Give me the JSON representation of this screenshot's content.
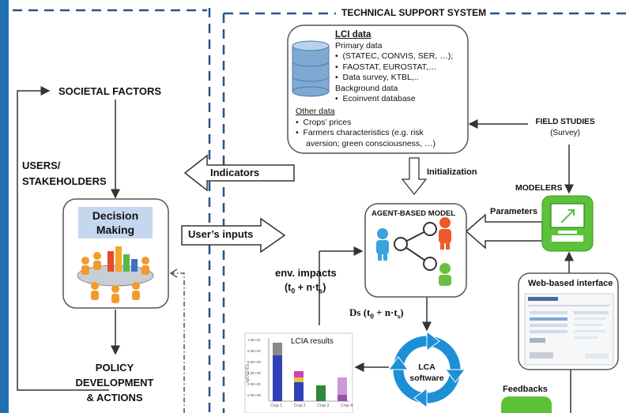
{
  "colors": {
    "strip": "#1f6fb1",
    "dashed": "#27538a",
    "green": "#5cc23a",
    "arrow": "#333333"
  },
  "technical_support_title": "TECHNICAL SUPPORT SYSTEM",
  "societal_factors": "SOCIETAL FACTORS",
  "users_stakeholders": [
    "USERS/",
    "STAKEHOLDERS"
  ],
  "decision_making": [
    "Decision",
    "Making"
  ],
  "policy": [
    "POLICY",
    "DEVELOPMENT",
    "& ACTIONS"
  ],
  "indicators": "Indicators",
  "users_inputs": "User’s inputs",
  "lci": {
    "title": "LCI  data",
    "primary_heading": "Primary data",
    "primary_items": [
      "(STATEC, CONVIS, SER, …);",
      "FAOSTAT, EUROSTAT,…",
      "Data survey, KTBL,.."
    ],
    "background_heading": "Background data",
    "background_items": [
      "Ecoinvent database"
    ],
    "other_heading": "Other data",
    "other_items": [
      "Crops’ prices",
      "Farmers characteristics (e.g. risk",
      "aversion; green consciousness, …)"
    ]
  },
  "initialization": "Initialization",
  "field_studies": [
    "FIELD STUDIES",
    "(Survey)"
  ],
  "modelers": "MODELERS",
  "parameters": "Parameters",
  "agent_based_model": "AGENT-BASED MODEL",
  "env_impacts": "env. impacts",
  "env_time": "(t0 + n·ts)",
  "ds_time": "Ds (t0 + n·ts)",
  "lcia": {
    "title": "LCIA results",
    "y_ticks": [
      "1.0E+01",
      "8.0E+00",
      "6.0E+00",
      "4.0E+00",
      "2.0E+00",
      "0.0E+00"
    ],
    "y_label": "kgCO2-Eq",
    "x_labels": [
      "Crop 1",
      "Crop 2",
      "Crop 3",
      "Crop 4"
    ]
  },
  "lca_software": [
    "LCA",
    "software"
  ],
  "web_interface": "Web-based interface",
  "feedbacks": "Feedbacks",
  "icons": [
    "database-icon",
    "meeting-people-icon",
    "network-people-icon",
    "computer-monitor-icon",
    "cycle-arrows-icon",
    "browser-screenshot-icon"
  ]
}
